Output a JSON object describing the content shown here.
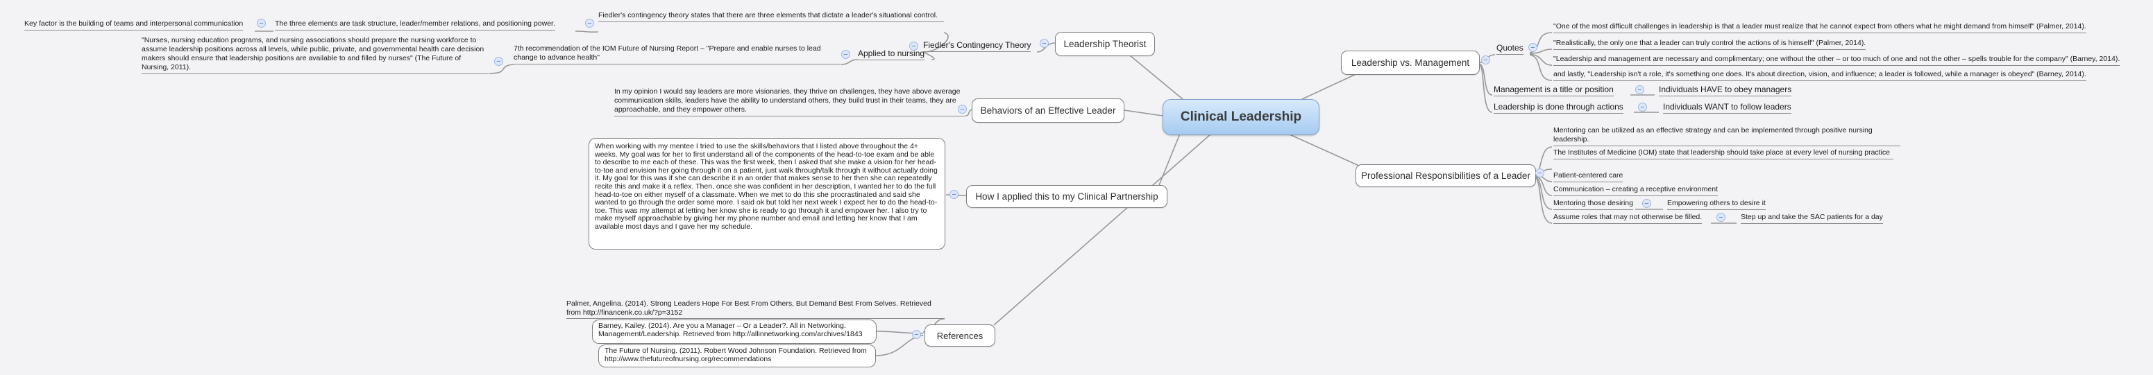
{
  "root": {
    "label": "Clinical Leadership"
  },
  "icons": {
    "collapse": "−"
  },
  "colors": {
    "background": "#f3f3f5",
    "central_fill_top": "#d8eafc",
    "central_fill_bottom": "#a6cbf0",
    "central_border": "#7fa3cc",
    "box_border": "#7f7f7f",
    "underline": "#8a8a8a",
    "connector": "#979797",
    "collapse_icon_fill": "#dce8f9",
    "collapse_icon_border": "#9db7e2"
  },
  "theorist": {
    "label": "Leadership Theorist",
    "theory": "Fiedler's Contingency Theory",
    "statement": "Fiedler's contingency theory states that there are three elements that dictate a leader's situational control.",
    "elements": "The three elements are task structure, leader/member relations, and positioning power.",
    "key_factor": "Key factor is the building of teams and interpersonal communication",
    "applied": "Applied to nursing",
    "recommendation": "7th recommendation of the IOM Future of Nursing Report – \"Prepare and enable nurses to lead change to advance health\"",
    "nurses_quote": "\"Nurses, nursing education programs, and nursing associations should prepare the nursing workforce to assume leadership positions across all levels, while public, private, and governmental health care decision makers should ensure that leadership positions are available to and filled by nurses\" (The Future of Nursing, 2011)."
  },
  "versus": {
    "label": "Leadership vs. Management",
    "quotes_label": "Quotes",
    "quotes": [
      "\"One of the most difficult challenges in leadership is that a leader must realize that he cannot expect from others what he might demand from himself\" (Palmer, 2014).",
      "\"Realistically, the only one that a leader can truly control the actions of is himself\" (Palmer, 2014).",
      "\"Leadership and management are necessary and complimentary; one without the other – or too much of one and not the other – spells trouble for the company\" (Barney, 2014).",
      "and lastly, \"Leadership isn't a role, it's something one does. It's about direction, vision, and influence; a leader is followed, while a manager is obeyed\" (Barney, 2014)."
    ],
    "management_row": {
      "parent": "Management is a title or position",
      "child": "Individuals HAVE to obey managers"
    },
    "leadership_row": {
      "parent": "Leadership is done through actions",
      "child": "Individuals WANT to follow leaders"
    }
  },
  "behaviors": {
    "label": "Behaviors of an Effective Leader",
    "opinion": "In my opinion I would say leaders are more visionaries, they thrive on challenges, they have above average communication skills, leaders have the ability to understand others, they build trust in their teams, they are approachable, and they empower others."
  },
  "applied_partnership": {
    "label": "How I applied this to my Clinical Partnership",
    "narrative": "When working with my mentee I tried to use the skills/behaviors that I listed above throughout the 4+ weeks.  My goal was for her to first understand all of the components of the head-to-toe exam and be able to describe to me each of these.  This was the first week, then I asked that she make a vision for her head-to-toe and envision her going through it on a patient, just walk through/talk through it without actually doing it.  My goal for this was if she can describe it in an order that makes sense to her then she can repeatedly recite this and make it a reflex.  Then, once she was confident in her description, I wanted her to do the full head-to-toe on either myself of a classmate.  When we met to do this she procrastinated and said she wanted to go through the order some more.  I said ok but told her next week I expect her to do the head-to-toe.  This was my attempt at letting her know she is ready to go through it and empower her.  I also try to make myself approachable by giving her my phone number and email and letting her know that I am available most days and I gave her my schedule."
  },
  "responsibilities": {
    "label": "Professional Responsibilities of a Leader",
    "items": [
      "Mentoring can be utilized as an effective strategy and can be implemented through positive nursing leadership.",
      "The Institutes of Medicine (IOM) state that leadership should take place at every level of nursing practice",
      "Patient-centered care",
      "Communication – creating a receptive environment",
      "Mentoring those desiring",
      "Assume roles that may not otherwise be filled."
    ],
    "mentoring_child": "Empowering others to desire it",
    "assume_child": "Step up and take the SAC patients for a day"
  },
  "references": {
    "label": "References",
    "palmer": "Palmer, Angelina. (2014). Strong Leaders Hope For Best From Others, But Demand Best From Selves. Retrieved from http://financenk.co.uk/?p=3152",
    "barney": "Barney, Kailey.  (2014). Are you a Manager – Or a Leader?. All in Networking. Management/Leadership. Retrieved from http://allinnetworking.com/archives/1843",
    "future": "The Future of Nursing. (2011). Robert Wood Johnson Foundation.  Retrieved from http://www.thefutureofnursing.org/recommendations"
  }
}
